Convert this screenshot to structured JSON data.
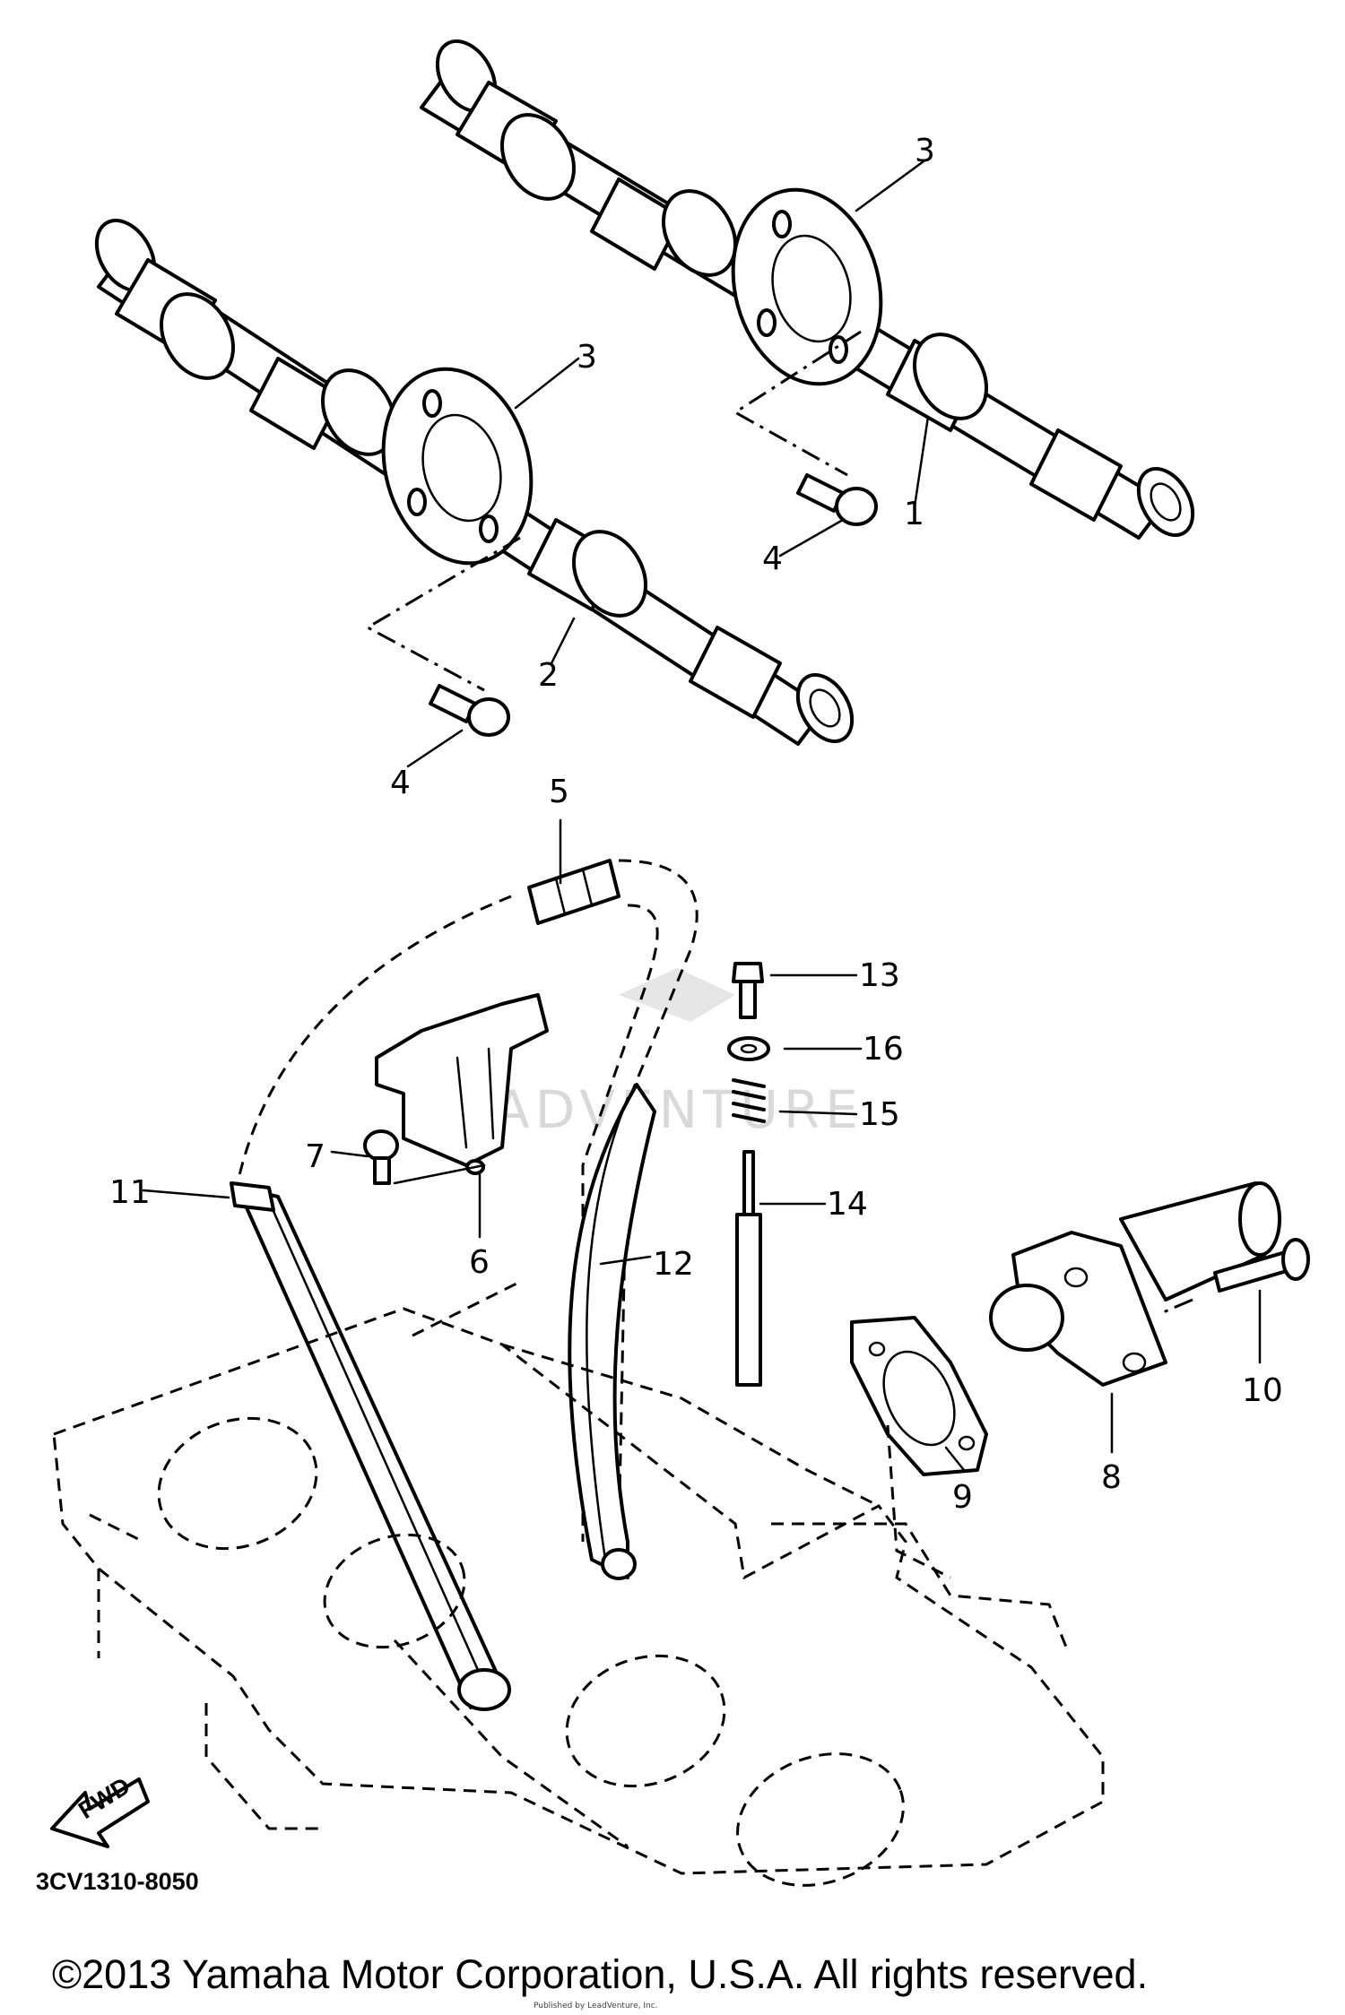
{
  "diagram": {
    "callouts": [
      "1",
      "2",
      "3",
      "3",
      "4",
      "4",
      "5",
      "6",
      "7",
      "8",
      "9",
      "10",
      "11",
      "12",
      "13",
      "14",
      "15",
      "16"
    ],
    "direction_marker": "FWD",
    "diagram_ref": "3CV1310-8050",
    "watermark": "LEADVENTURE",
    "copyright": "©2013 Yamaha Motor Corporation, U.S.A. All rights reserved.",
    "credit": "Published by LeadVenture, Inc."
  }
}
